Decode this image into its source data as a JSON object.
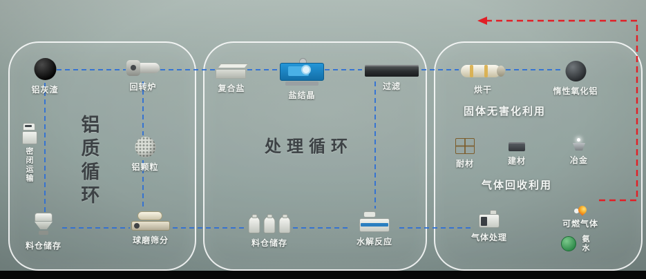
{
  "colors": {
    "background": "#8d9e9a",
    "panel_border": "#ffffff",
    "flow_line_blue": "#2e6fd6",
    "recycle_line_red": "#e11f26",
    "label_text": "#f3f6f3",
    "cycle_title_text": "#3d4245",
    "heading_text": "#f4f7f5"
  },
  "sections": {
    "left_title": "铝质循环",
    "middle_title": "处理循环",
    "solid_heading": "固体无害化利用",
    "gas_heading": "气体回收利用"
  },
  "nodes": [
    {
      "id": "aluminum-ash-slag",
      "label": "铝灰渣"
    },
    {
      "id": "rotary-kiln",
      "label": "回转炉"
    },
    {
      "id": "sealed-transport",
      "label": "密闭运输"
    },
    {
      "id": "aluminum-granules",
      "label": "铝颗粒"
    },
    {
      "id": "silo-storage-left",
      "label": "料仓储存"
    },
    {
      "id": "ball-mill-screening",
      "label": "球磨筛分"
    },
    {
      "id": "composite-salt",
      "label": "复合盐"
    },
    {
      "id": "salt-crystallization",
      "label": "盐结晶"
    },
    {
      "id": "filtration",
      "label": "过滤"
    },
    {
      "id": "silo-storage-middle",
      "label": "料仓储存"
    },
    {
      "id": "hydrolysis-reaction",
      "label": "水解反应"
    },
    {
      "id": "drying",
      "label": "烘干"
    },
    {
      "id": "inert-alumina",
      "label": "惰性氧化铝"
    },
    {
      "id": "refractory-material",
      "label": "耐材"
    },
    {
      "id": "building-material",
      "label": "建材"
    },
    {
      "id": "metallurgy",
      "label": "冶金"
    },
    {
      "id": "gas-treatment",
      "label": "气体处理"
    },
    {
      "id": "combustible-gas",
      "label": "可燃气体"
    },
    {
      "id": "ammonia-water",
      "label": "氨水"
    }
  ]
}
